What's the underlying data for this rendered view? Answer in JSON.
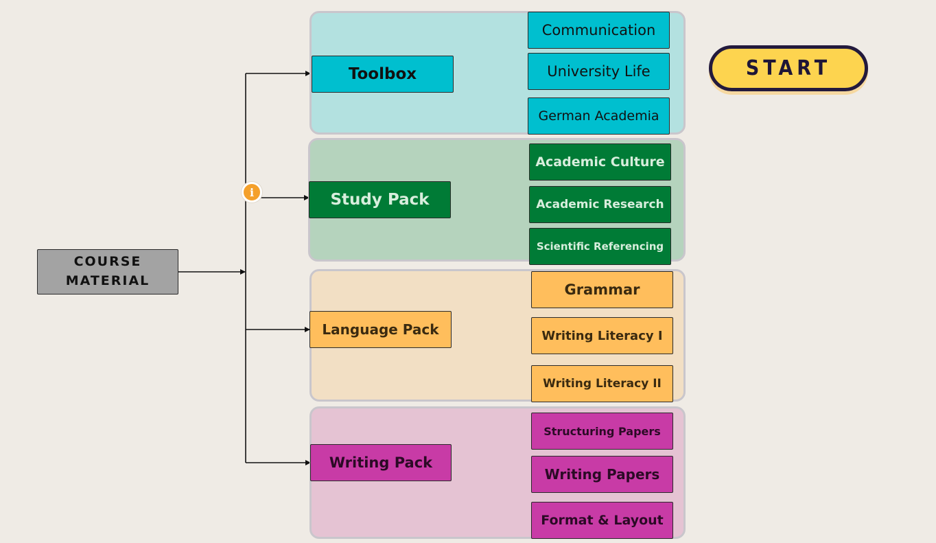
{
  "root": {
    "line1": "COURSE",
    "line2": "MATERIAL"
  },
  "start_button": {
    "label": "START"
  },
  "info_button": {
    "icon": "info-icon",
    "glyph": "i",
    "color": "#f4a02b"
  },
  "packs": [
    {
      "label": "Toolbox",
      "panel_color": "#b3e1e0",
      "box_color": "#00bfcf",
      "text_color": "#111111",
      "items": [
        "Communication",
        "University Life",
        "German Academia"
      ]
    },
    {
      "label": "Study Pack",
      "panel_color": "#b5d3bd",
      "box_color": "#007b36",
      "text_color": "#d8eedd",
      "items": [
        "Academic Culture",
        "Academic Research",
        "Scientific Referencing"
      ]
    },
    {
      "label": "Language Pack",
      "panel_color": "#f2dfc4",
      "box_color": "#ffbe5c",
      "text_color": "#3a2a10",
      "items": [
        "Grammar",
        "Writing Literacy I",
        "Writing Literacy II"
      ]
    },
    {
      "label": "Writing Pack",
      "panel_color": "#e5c3d3",
      "box_color": "#c83ba6",
      "text_color": "#2b0a25",
      "items": [
        "Structuring Papers",
        "Writing Papers",
        "Format & Layout"
      ]
    }
  ]
}
